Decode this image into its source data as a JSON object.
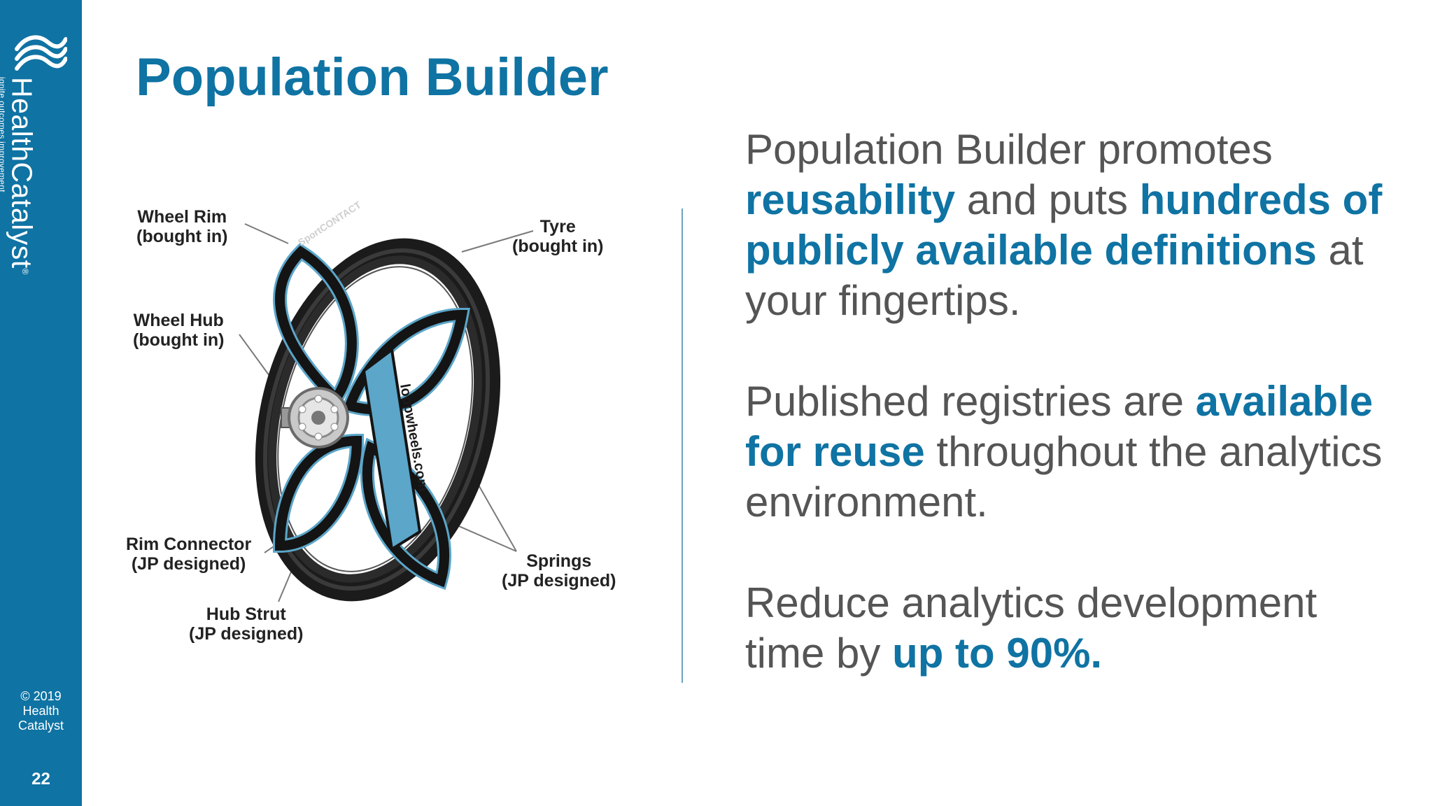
{
  "brand": {
    "name": "HealthCatalyst",
    "registered_mark": "®",
    "tagline": "ignite outcomes improvement",
    "copyright_lines": [
      "© 2019",
      "Health",
      "Catalyst"
    ],
    "page_number": "22",
    "colors": {
      "brand_blue": "#0f73a3",
      "body_gray": "#555555",
      "spring_blue": "#5ba6c9"
    },
    "logo_icon": "wave-logo-icon"
  },
  "slide": {
    "title": "Population Builder"
  },
  "figure": {
    "image_icon": "loopwheel-icon",
    "tyre_text": "SportCONTACT",
    "spring_text": "loopwheels.com",
    "callouts": [
      {
        "line1": "Wheel Rim",
        "line2": "(bought in)"
      },
      {
        "line1": "Tyre",
        "line2": "(bought in)"
      },
      {
        "line1": "Wheel Hub",
        "line2": "(bought in)"
      },
      {
        "line1": "Rim Connector",
        "line2": "(JP designed)"
      },
      {
        "line1": "Springs",
        "line2": "(JP designed)"
      },
      {
        "line1": "Hub Strut",
        "line2": "(JP designed)"
      }
    ]
  },
  "content": {
    "p1": {
      "t1": "Population Builder promotes ",
      "h1": "reusability",
      "t2": " and puts ",
      "h2": "hundreds of publicly available definitions",
      "t3": " at your fingertips."
    },
    "p2": {
      "t1": "Published registries are ",
      "h1": "available for reuse",
      "t2": " throughout the analytics environment."
    },
    "p3": {
      "t1": "Reduce analytics development time by ",
      "h1": "up to 90%."
    }
  }
}
